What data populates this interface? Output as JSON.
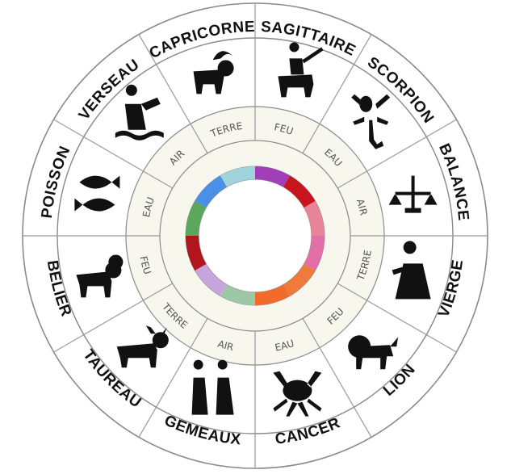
{
  "signs": [
    {
      "name": "BALANCE",
      "element": "AIR",
      "color": "#e8849a",
      "icon": "libra-scales-icon"
    },
    {
      "name": "VIERGE",
      "element": "TERRE",
      "color": "#e46fa8",
      "icon": "virgo-maiden-icon"
    },
    {
      "name": "LION",
      "element": "FEU",
      "color": "#f07a3c",
      "icon": "leo-lion-icon"
    },
    {
      "name": "CANCER",
      "element": "EAU",
      "color": "#f26a2c",
      "icon": "cancer-crab-icon"
    },
    {
      "name": "GEMEAUX",
      "element": "AIR",
      "color": "#9cc8a8",
      "icon": "gemini-twins-icon"
    },
    {
      "name": "TAUREAU",
      "element": "TERRE",
      "color": "#c6a4dc",
      "icon": "taurus-bull-icon"
    },
    {
      "name": "BELIER",
      "element": "FEU",
      "color": "#b0161c",
      "icon": "aries-ram-icon"
    },
    {
      "name": "POISSON",
      "element": "EAU",
      "color": "#5ba85c",
      "icon": "pisces-fish-icon"
    },
    {
      "name": "VERSEAU",
      "element": "AIR",
      "color": "#4b8fe6",
      "icon": "aquarius-water-bearer-icon"
    },
    {
      "name": "CAPRICORNE",
      "element": "TERRE",
      "color": "#9fd4dc",
      "icon": "capricorn-goat-icon"
    },
    {
      "name": "SAGITTAIRE",
      "element": "FEU",
      "color": "#a23fb8",
      "icon": "sagittarius-archer-icon"
    },
    {
      "name": "SCORPION",
      "element": "EAU",
      "color": "#c8141e",
      "icon": "scorpio-scorpion-icon"
    }
  ],
  "colors": {
    "outline": "#8a8a8a",
    "element_ring_fill": "#f7f7ee",
    "background": "#ffffff",
    "text": "#111111"
  }
}
